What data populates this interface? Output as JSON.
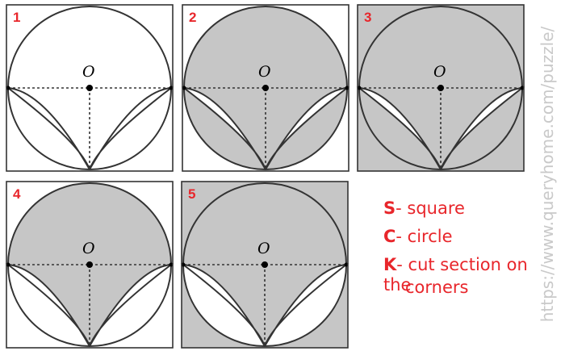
{
  "colors": {
    "shade": "#c6c6c6",
    "stroke": "#333333",
    "number": "#e8262b",
    "legend": "#e8262b",
    "watermark": "#c9c9c9"
  },
  "panels": [
    {
      "number": "1",
      "center_label": "O",
      "shaded": "none"
    },
    {
      "number": "2",
      "center_label": "O",
      "shaded": "circle-minus-petals"
    },
    {
      "number": "3",
      "center_label": "O",
      "shaded": "square-minus-petals"
    },
    {
      "number": "4",
      "center_label": "O",
      "shaded": "circle-minus-petals-and-bottom"
    },
    {
      "number": "5",
      "center_label": "O",
      "shaded": "square-minus-circle-bottom-and-petals"
    }
  ],
  "legend": {
    "s_key": "S",
    "s_text": "- square",
    "c_key": "C",
    "c_text": "- circle",
    "k_key": "K",
    "k_text": "- cut section on the",
    "k_text_2": "corners"
  },
  "watermark": "https://www.queryhome.com/puzzle/"
}
